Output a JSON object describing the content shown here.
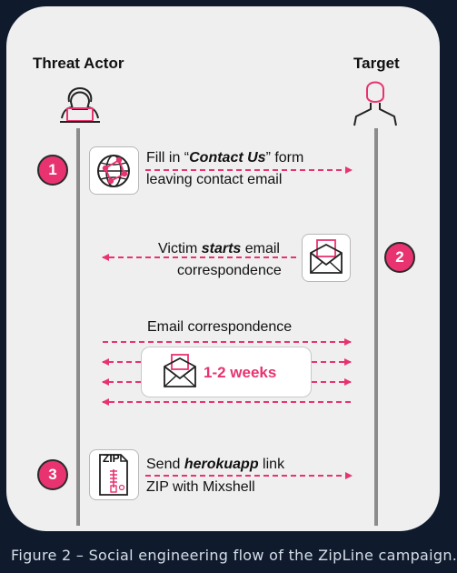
{
  "actors": {
    "left": "Threat Actor",
    "right": "Target"
  },
  "steps": [
    {
      "number": "1",
      "line1_pre": "Fill in “",
      "line1_bold": "Contact Us",
      "line1_post": "” form",
      "line2": "leaving contact email"
    },
    {
      "number": "2",
      "line1_pre": "Victim ",
      "line1_bold": "starts",
      "line1_post": " email",
      "line2": "correspondence"
    },
    {
      "number": "3",
      "line1_pre": "Send ",
      "line1_bold": "herokuapp",
      "line1_post": " link",
      "line2": "ZIP with Mixshell"
    }
  ],
  "correspondence": {
    "label": "Email correspondence",
    "duration": "1-2 weeks"
  },
  "zip_icon_label": "ZIP",
  "caption": "Figure 2 – Social engineering flow of the ZipLine campaign.",
  "colors": {
    "accent": "#e83370",
    "background": "#0f1b2d",
    "panel": "#efefef",
    "lifeline": "#8c8c8c"
  },
  "icons": [
    "hacker-icon",
    "target-person-icon",
    "globe-network-icon",
    "envelope-icon",
    "zip-file-icon"
  ]
}
